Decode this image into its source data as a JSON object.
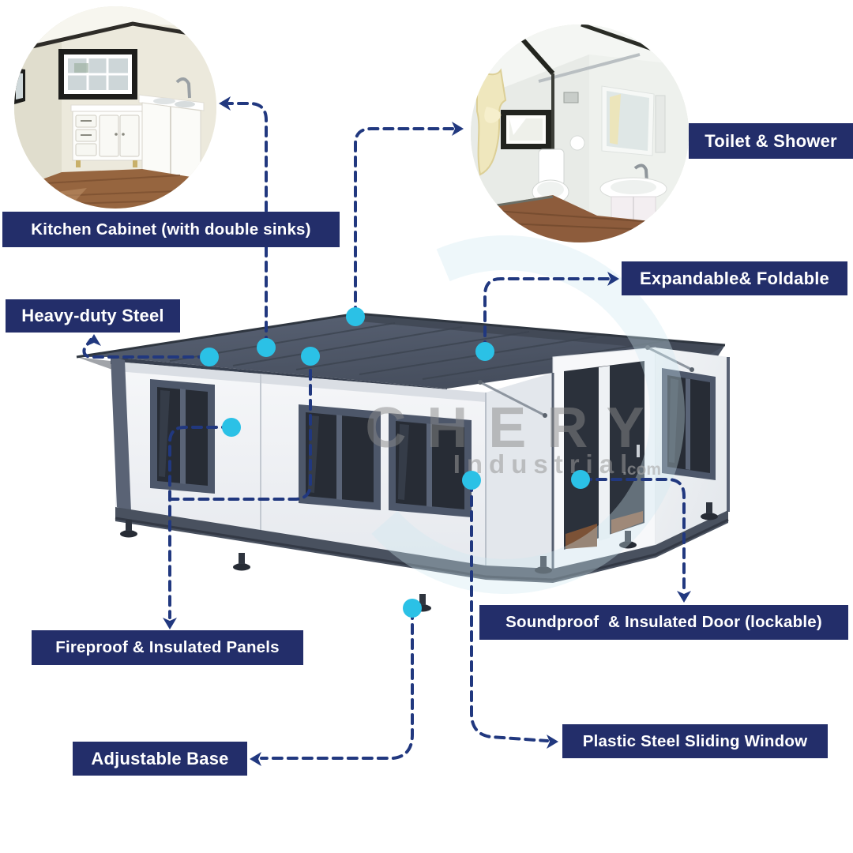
{
  "colors": {
    "label_bg": "#232e6a",
    "label_text": "#ffffff",
    "connector": "#21387f",
    "feature_dot": "#2bc1e6",
    "roof": "#4e5768",
    "wall": "#f3f4f6"
  },
  "watermark": {
    "name": "CHERY",
    "sub": "Industrial",
    "tld": ".com"
  },
  "photos": [
    {
      "id": "kitchen",
      "description": "kitchen interior with L-shaped cabinet and double sinks"
    },
    {
      "id": "bathroom",
      "description": "bathroom interior with toilet, sink and shower"
    }
  ],
  "labels": [
    {
      "id": "kitchen-cabinet",
      "text": "Kitchen Cabinet (with double sinks)"
    },
    {
      "id": "toilet-shower",
      "text": "Toilet & Shower"
    },
    {
      "id": "expandable",
      "text": "Expandable& Foldable"
    },
    {
      "id": "heavy-duty-steel",
      "text": "Heavy-duty Steel"
    },
    {
      "id": "fireproof-panels",
      "text": "Fireproof & Insulated Panels"
    },
    {
      "id": "soundproof-door",
      "text": "Soundproof  & Insulated Door (lockable)"
    },
    {
      "id": "adjustable-base",
      "text": "Adjustable Base"
    },
    {
      "id": "plastic-window",
      "text": "Plastic Steel Sliding Window"
    }
  ]
}
